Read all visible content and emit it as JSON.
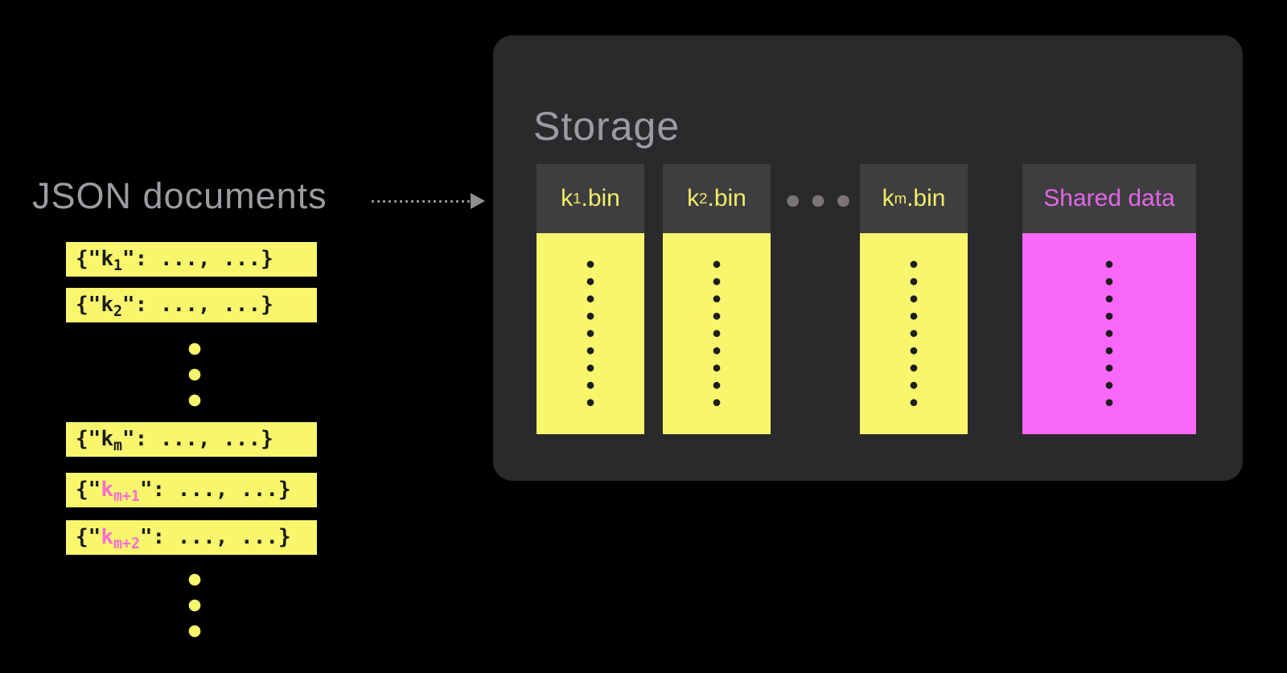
{
  "colors": {
    "background": "#000000",
    "gray_title_text": "#9b9ba1",
    "yellow": "#f7f66d",
    "magenta": "#f968f9",
    "pink_key_text": "#ff6bd6",
    "bin_label_yellow": "#f0ed68",
    "shared_label_magenta": "#e466e4",
    "storage_box": "#2a2a2c",
    "bin_header": "#3e3e40",
    "doc_text": "#1a1a1a",
    "arrow_gray": "#8f8f8f",
    "ellipsis_gray": "#7b7578"
  },
  "left": {
    "title": "JSON documents",
    "docs": [
      {
        "pre": "{\"",
        "key": "k",
        "sub": "1",
        "post": "\": ...,  ...}",
        "key_color": "#1a1a1a"
      },
      {
        "pre": "{\"",
        "key": "k",
        "sub": "2",
        "post": "\": ...,  ...}",
        "key_color": "#1a1a1a"
      },
      {
        "pre": "{\"",
        "key": "k",
        "sub": "m",
        "post": "\": ...,  ...}",
        "key_color": "#1a1a1a"
      },
      {
        "pre": "{\"",
        "key": "k",
        "sub": "m+1",
        "post": "\": ...,  ...}",
        "key_color": "#ff6bd6"
      },
      {
        "pre": "{\"",
        "key": "k",
        "sub": "m+2",
        "post": "\": ...,  ...}",
        "key_color": "#ff6bd6"
      }
    ]
  },
  "storage": {
    "title": "Storage",
    "bins": [
      {
        "label_base": "k",
        "label_sub": "1",
        "label_ext": ".bin",
        "label_color": "#f0ed68",
        "body_color": "#f7f66d"
      },
      {
        "label_base": "k",
        "label_sub": "2",
        "label_ext": ".bin",
        "label_color": "#f0ed68",
        "body_color": "#f7f66d"
      },
      {
        "label_base": "k",
        "label_sub": "m",
        "label_ext": ".bin",
        "label_color": "#f0ed68",
        "body_color": "#f7f66d"
      },
      {
        "label_base": "Shared data",
        "label_sub": "",
        "label_ext": "",
        "label_color": "#e466e4",
        "body_color": "#f968f9"
      }
    ]
  }
}
